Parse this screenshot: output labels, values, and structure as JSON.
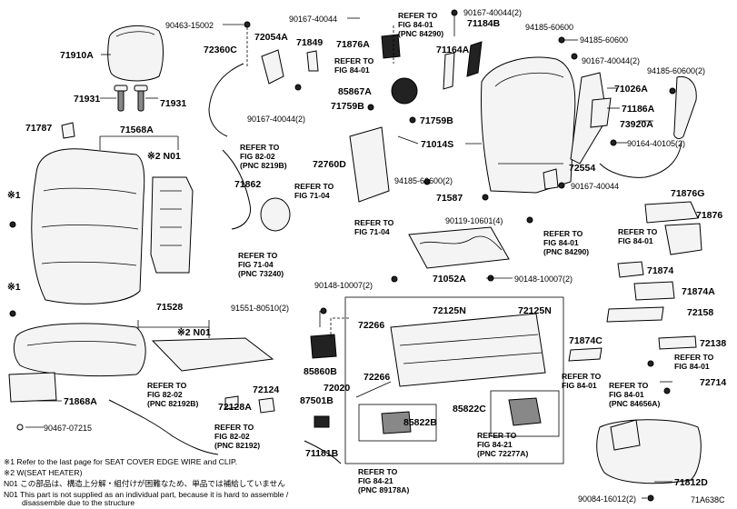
{
  "diagram_code": "71A638C",
  "labels": [
    {
      "id": "71910A",
      "text": "71910A"
    },
    {
      "id": "90463-15002",
      "text": "90463-15002"
    },
    {
      "id": "72360C",
      "text": "72360C"
    },
    {
      "id": "72054A",
      "text": "72054A"
    },
    {
      "id": "71849",
      "text": "71849"
    },
    {
      "id": "90167-40044-top",
      "text": "90167-40044"
    },
    {
      "id": "71876A",
      "text": "71876A"
    },
    {
      "id": "90167-40044-2a",
      "text": "90167-40044(2)"
    },
    {
      "id": "71184B",
      "text": "71184B"
    },
    {
      "id": "94185-60600-a",
      "text": "94185-60600"
    },
    {
      "id": "94185-60600-b",
      "text": "94185-60600"
    },
    {
      "id": "71164A",
      "text": "71164A"
    },
    {
      "id": "90167-40044-2b",
      "text": "90167-40044(2)"
    },
    {
      "id": "94185-60600-2a",
      "text": "94185-60600(2)"
    },
    {
      "id": "71931-a",
      "text": "71931"
    },
    {
      "id": "71931-b",
      "text": "71931"
    },
    {
      "id": "85867A",
      "text": "85867A"
    },
    {
      "id": "71026A",
      "text": "71026A"
    },
    {
      "id": "90167-40044-2c",
      "text": "90167-40044(2)"
    },
    {
      "id": "71759B-a",
      "text": "71759B"
    },
    {
      "id": "71759B-b",
      "text": "71759B"
    },
    {
      "id": "71186A",
      "text": "71186A"
    },
    {
      "id": "71787",
      "text": "71787"
    },
    {
      "id": "71568A",
      "text": "71568A"
    },
    {
      "id": "73920A",
      "text": "73920A"
    },
    {
      "id": "71014S",
      "text": "71014S"
    },
    {
      "id": "90164-40105-2",
      "text": "90164-40105(2)"
    },
    {
      "id": "N01-a",
      "text": "※2 N01"
    },
    {
      "id": "72760D",
      "text": "72760D"
    },
    {
      "id": "72554",
      "text": "72554"
    },
    {
      "id": "71862",
      "text": "71862"
    },
    {
      "id": "94185-60600-2b",
      "text": "94185-60600(2)"
    },
    {
      "id": "90167-40044-mid",
      "text": "90167-40044"
    },
    {
      "id": "71587",
      "text": "71587"
    },
    {
      "id": "71876G",
      "text": "71876G"
    },
    {
      "id": "note1-marker",
      "text": "※1"
    },
    {
      "id": "90119-10601-4",
      "text": "90119-10601(4)"
    },
    {
      "id": "71876",
      "text": "71876"
    },
    {
      "id": "71052A",
      "text": "71052A"
    },
    {
      "id": "90148-10007-2a",
      "text": "90148-10007(2)"
    },
    {
      "id": "90148-10007-2b",
      "text": "90148-10007(2)"
    },
    {
      "id": "71874",
      "text": "71874"
    },
    {
      "id": "note1-marker-b",
      "text": "※1"
    },
    {
      "id": "71874A",
      "text": "71874A"
    },
    {
      "id": "91551-80510-2",
      "text": "91551-80510(2)"
    },
    {
      "id": "72125N-a",
      "text": "72125N"
    },
    {
      "id": "72125N-b",
      "text": "72125N"
    },
    {
      "id": "71528",
      "text": "71528"
    },
    {
      "id": "72158",
      "text": "72158"
    },
    {
      "id": "72266-a",
      "text": "72266"
    },
    {
      "id": "N01-b",
      "text": "※2 N01"
    },
    {
      "id": "71874C",
      "text": "71874C"
    },
    {
      "id": "72138",
      "text": "72138"
    },
    {
      "id": "72266-b",
      "text": "72266"
    },
    {
      "id": "85860B",
      "text": "85860B"
    },
    {
      "id": "71868A",
      "text": "71868A"
    },
    {
      "id": "72124",
      "text": "72124"
    },
    {
      "id": "72020",
      "text": "72020"
    },
    {
      "id": "85822C",
      "text": "85822C"
    },
    {
      "id": "72714",
      "text": "72714"
    },
    {
      "id": "72128A",
      "text": "72128A"
    },
    {
      "id": "87501B",
      "text": "87501B"
    },
    {
      "id": "85822B",
      "text": "85822B"
    },
    {
      "id": "90467-07215",
      "text": "90467-07215"
    },
    {
      "id": "71181B",
      "text": "71181B"
    },
    {
      "id": "71812D",
      "text": "71812D"
    },
    {
      "id": "90084-16012-2",
      "text": "90084-16012(2)"
    }
  ],
  "refs": [
    {
      "id": "ref-84-01-84290-top",
      "lines": [
        "REFER TO",
        "FIG 84-01",
        "(PNC 84290)"
      ]
    },
    {
      "id": "ref-84-01-top",
      "lines": [
        "REFER TO",
        "FIG 84-01"
      ]
    },
    {
      "id": "ref-82-02-8219b",
      "lines": [
        "REFER TO",
        "FIG 82-02",
        "(PNC 8219B)"
      ]
    },
    {
      "id": "ref-71-04-a",
      "lines": [
        "REFER TO",
        "FIG 71-04"
      ]
    },
    {
      "id": "ref-71-04-b",
      "lines": [
        "REFER TO",
        "FIG 71-04"
      ]
    },
    {
      "id": "ref-71-04-73240",
      "lines": [
        "REFER TO",
        "FIG 71-04",
        "(PNC 73240)"
      ]
    },
    {
      "id": "ref-84-01-84290-mid",
      "lines": [
        "REFER TO",
        "FIG 84-01",
        "(PNC 84290)"
      ]
    },
    {
      "id": "ref-84-01-right",
      "lines": [
        "REFER TO",
        "FIG 84-01"
      ]
    },
    {
      "id": "ref-82-02-82192b",
      "lines": [
        "REFER TO",
        "FIG 82-02",
        "(PNC 82192B)"
      ]
    },
    {
      "id": "ref-82-02-82192",
      "lines": [
        "REFER TO",
        "FIG 82-02",
        "(PNC 82192)"
      ]
    },
    {
      "id": "ref-84-01-lower",
      "lines": [
        "REFER TO",
        "FIG 84-01"
      ]
    },
    {
      "id": "ref-84-01-pair",
      "lines": [
        "REFER TO",
        "FIG 84-01"
      ]
    },
    {
      "id": "ref-84-01-84656a",
      "lines": [
        "REFER TO",
        "FIG 84-01",
        "(PNC 84656A)"
      ]
    },
    {
      "id": "ref-84-21-72277a",
      "lines": [
        "REFER TO",
        "FIG 84-21",
        "(PNC 72277A)"
      ]
    },
    {
      "id": "ref-84-21-89178a",
      "lines": [
        "REFER TO",
        "FIG 84-21",
        "(PNC 89178A)"
      ]
    }
  ],
  "notes": [
    {
      "id": "note-1",
      "text": "※1 Refer to the last page for SEAT COVER EDGE WIRE and CLIP."
    },
    {
      "id": "note-2",
      "text": "※2 W(SEAT HEATER)"
    },
    {
      "id": "note-3",
      "text": "N01  この部品は、構造上分解・組付けが困難なため、単品では補給していません"
    },
    {
      "id": "note-4",
      "text": "N01  This part is not supplied as an individual part, because it is hard to assemble /"
    },
    {
      "id": "note-5",
      "text": "disassemble due to the structure"
    }
  ]
}
